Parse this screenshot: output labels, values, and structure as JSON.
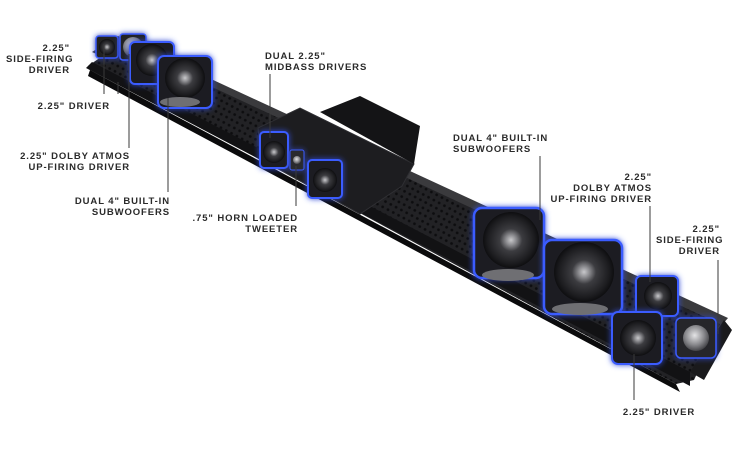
{
  "labels": {
    "side_firing_left": [
      "2.25\"",
      "SIDE-FIRING",
      "DRIVER"
    ],
    "driver_left": [
      "2.25\" DRIVER"
    ],
    "atmos_left": [
      "2.25\" DOLBY ATMOS",
      "UP-FIRING DRIVER"
    ],
    "subwoofers_left": [
      "DUAL 4\" BUILT-IN",
      "SUBWOOFERS"
    ],
    "midbass": [
      "DUAL 2.25\"",
      "MIDBASS DRIVERS"
    ],
    "tweeter": [
      ".75\" HORN LOADED",
      "TWEETER"
    ],
    "subwoofers_right": [
      "DUAL 4\" BUILT-IN",
      "SUBWOOFERS"
    ],
    "atmos_right": [
      "2.25\"",
      "DOLBY ATMOS",
      "UP-FIRING DRIVER"
    ],
    "side_firing_right": [
      "2.25\"",
      "SIDE-FIRING",
      "DRIVER"
    ],
    "driver_right": [
      "2.25\" DRIVER"
    ]
  },
  "colors": {
    "housing": "#1c1c1e",
    "housing_edge": "#2e2e31",
    "glow": "#3a5bff",
    "label": "#2a2a2a",
    "leader": "#3a3a3a"
  }
}
